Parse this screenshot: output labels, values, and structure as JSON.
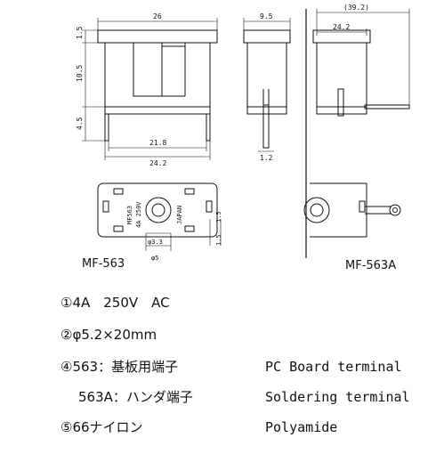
{
  "drawing": {
    "models": {
      "left": "MF-563",
      "right": "MF-563A"
    },
    "dimensions": {
      "front_width": "26",
      "cap_height": "1.5",
      "body_height": "10.5",
      "pin_height": "4.5",
      "pin_span": "21.8",
      "base_width": "24.2",
      "side_depth": "9.5",
      "pin_thickness": "1.2",
      "a_overall": "(39.2)",
      "a_body": "24.2",
      "bottom_hole_dia": "φ3.3",
      "bottom_pin_dia": "φ5",
      "bottom_offset": "1.5",
      "bottom_margin": "1.5"
    },
    "bottom_markings": {
      "model": "MF563",
      "rating": "4A 250V",
      "origin": "JAPAN"
    }
  },
  "specs": [
    {
      "num": "①",
      "jp": "4A　250V　AC",
      "en": ""
    },
    {
      "num": "②",
      "jp": "φ5.2×20mm",
      "en": ""
    },
    {
      "num": "④",
      "jp": "563：基板用端子",
      "en": "PC Board terminal"
    },
    {
      "num": "",
      "jp": "563A：ハンダ端子",
      "en": "Soldering terminal"
    },
    {
      "num": "⑤",
      "jp": "66ナイロン",
      "en": "Polyamide"
    }
  ]
}
